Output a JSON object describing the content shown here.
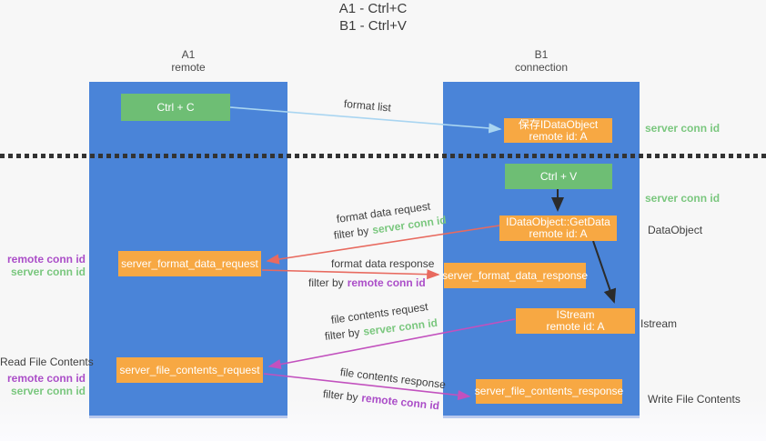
{
  "title": {
    "line1": "A1 - Ctrl+C",
    "line2": "B1 - Ctrl+V"
  },
  "columns": {
    "a1": {
      "name": "A1",
      "subtitle": "remote"
    },
    "b1": {
      "name": "B1",
      "subtitle": "connection"
    }
  },
  "nodes": {
    "ctrl_c": "Ctrl + C",
    "ctrl_v": "Ctrl + V",
    "save_dataobject": {
      "line1": "保存IDataObject",
      "line2": "remote id: A"
    },
    "getdata": {
      "line1": "IDataObject::GetData",
      "line2": "remote id: A"
    },
    "istream": {
      "line1": "IStream",
      "line2": "remote id: A"
    },
    "format_request": "server_format_data_request",
    "format_response": "server_format_data_response",
    "file_request": "server_file_contents_request",
    "file_response": "server_file_contents_response"
  },
  "arrow_labels": {
    "format_list": "format list",
    "format_data_request": "format data request",
    "format_data_response": "format data response",
    "file_contents_request": "file contents request",
    "file_contents_response": "file contents response",
    "filter_by": "filter by",
    "server_conn_id": "server conn id",
    "remote_conn_id": "remote conn id"
  },
  "side_labels": {
    "left_remote_conn_id_1": "remote conn id",
    "left_server_conn_id_1": "server conn id",
    "read_file_contents": "Read File Contents",
    "left_remote_conn_id_2": "remote conn id",
    "left_server_conn_id_2": "server conn id",
    "right_server_conn_id_1": "server conn id",
    "right_server_conn_id_2": "server conn id",
    "dataobject": "DataObject",
    "istream": "Istream",
    "write_file_contents": "Write File Contents"
  },
  "colors": {
    "column_blue": "#4a84d8",
    "node_orange": "#f7a843",
    "node_green": "#6ebe74",
    "label_green": "#7ac77e",
    "label_purple": "#ab4ec8",
    "arrow_red": "#e86a5f",
    "arrow_magenta": "#c251be",
    "arrow_lightblue": "#a9d5f1",
    "arrow_black": "#2b2b2b"
  }
}
